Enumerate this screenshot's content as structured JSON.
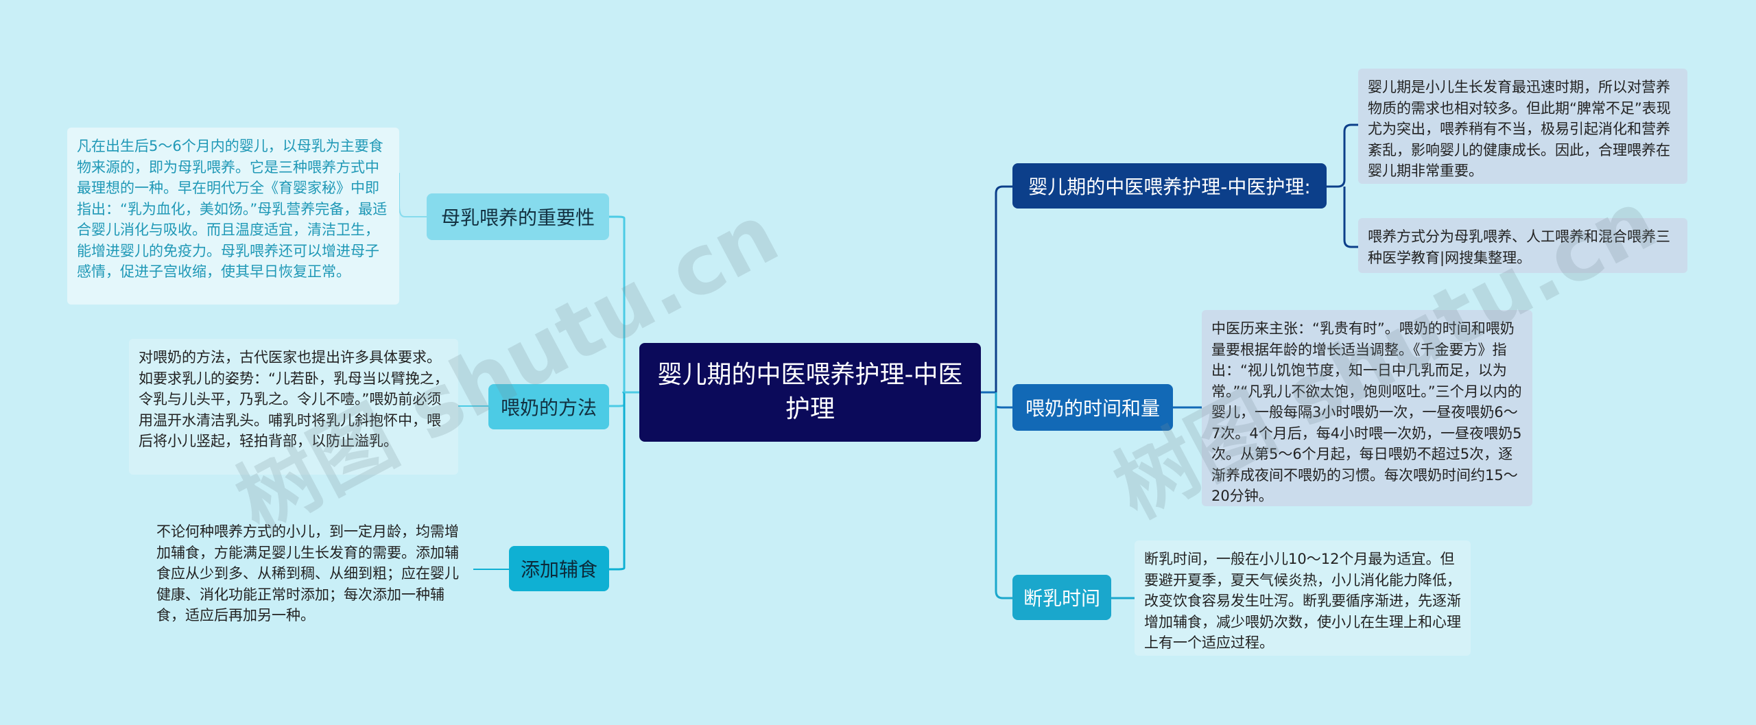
{
  "root": {
    "title": "婴儿期的中医喂养护理-中医护理"
  },
  "right": [
    {
      "label": "婴儿期的中医喂养护理-中医护理:",
      "notes": [
        "婴儿期是小儿生长发育最迅速时期，所以对营养物质的需求也相对较多。但此期“脾常不足”表现尤为突出，喂养稍有不当，极易引起消化和营养紊乱，影响婴儿的健康成长。因此，合理喂养在婴儿期非常重要。",
        "喂养方式分为母乳喂养、人工喂养和混合喂养三种医学教育|网搜集整理。"
      ]
    },
    {
      "label": "喂奶的时间和量",
      "notes": [
        "中医历来主张：“乳贵有时”。喂奶的时间和喂奶量要根据年龄的增长适当调整。《千金要方》指出：“视儿饥饱节度，知一日中几乳而足，以为常。”“凡乳儿不欲太饱，饱则呕吐。”三个月以内的婴儿，一般每隔3小时喂奶一次，一昼夜喂奶6～7次。4个月后，每4小时喂一次奶，一昼夜喂奶5次。从第5～6个月起，每日喂奶不超过5次，逐渐养成夜间不喂奶的习惯。每次喂奶时间约15～20分钟。"
      ]
    },
    {
      "label": "断乳时间",
      "notes": [
        "断乳时间，一般在小儿10～12个月最为适宜。但要避开夏季，夏天气候炎热，小儿消化能力降低，改变饮食容易发生吐泻。断乳要循序渐进，先逐渐增加辅食，减少喂奶次数，使小儿在生理上和心理上有一个适应过程。"
      ]
    }
  ],
  "left": [
    {
      "label": "母乳喂养的重要性",
      "note": "凡在出生后5～6个月内的婴儿，以母乳为主要食物来源的，即为母乳喂养。它是三种喂养方式中最理想的一种。早在明代万全《育婴家秘》中即指出：“乳为血化，美如饧。”母乳营养完备，最适合婴儿消化与吸收。而且温度适宜，清洁卫生，能增进婴儿的免疫力。母乳喂养还可以增进母子感情，促进子宫收缩，使其早日恢复正常。"
    },
    {
      "label": "喂奶的方法",
      "note": "对喂奶的方法，古代医家也提出许多具体要求。如要求乳儿的姿势：“儿若卧，乳母当以臂挽之，令乳与儿头平，乃乳之。令儿不噎。”喂奶前必须用温开水清洁乳头。哺乳时将乳儿斜抱怀中，喂后将小儿竖起，轻拍背部，以防止溢乳。"
    },
    {
      "label": "添加辅食",
      "note": "不论何种喂养方式的小儿，到一定月龄，均需增加辅食，方能满足婴儿生长发育的需要。添加辅食应从少到多、从稀到稠、从细到粗；应在婴儿健康、消化功能正常时添加；每次添加一种辅食，适应后再加另一种。"
    }
  ],
  "watermark": {
    "left": "树图 shutu.cn",
    "right": "树图 shutu.cn"
  },
  "colors": {
    "background": "#c9eff7",
    "root": "#0b0a5a",
    "line_left": "#4ccbe5",
    "line_right": "#1269b6"
  }
}
